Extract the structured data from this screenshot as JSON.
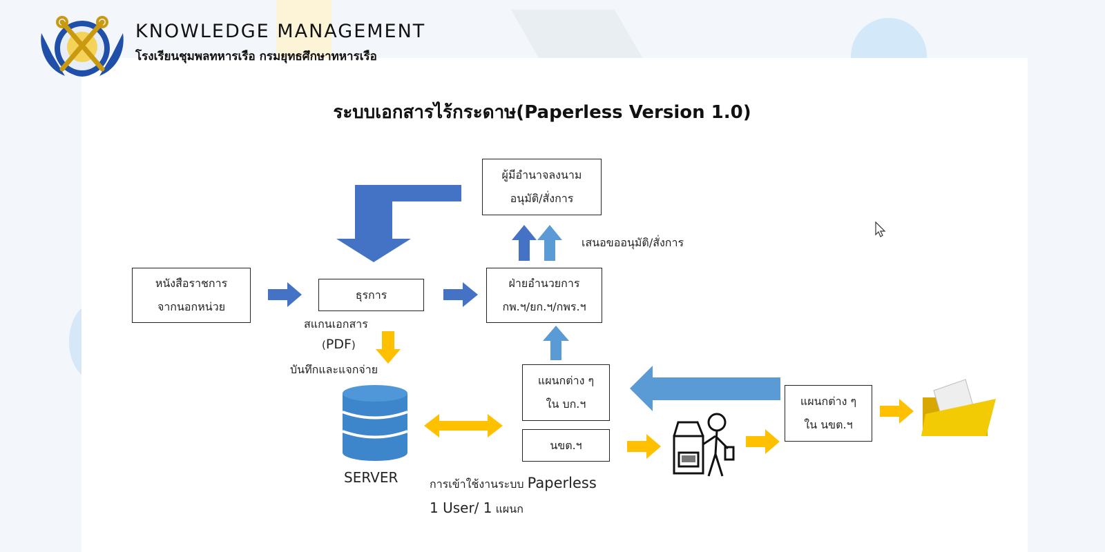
{
  "header": {
    "brand_title": "KNOWLEDGE MANAGEMENT",
    "brand_subtitle": "โรงเรียนชุมพลทหารเรือ กรมยุทธศึกษาทหารเรือ"
  },
  "diagram": {
    "title": "ระบบเอกสารไร้กระดาษ(Paperless Version 1.0)",
    "nodes": {
      "external_doc": {
        "line1": "หนังสือราชการ",
        "line2": "จากนอกหน่วย"
      },
      "admin": {
        "label": "ธุรการ"
      },
      "approver": {
        "line1": "ผู้มีอำนาจลงนาม",
        "line2": "อนุมัติ/สั่งการ"
      },
      "operations": {
        "line1": "ฝ่ายอำนวยการ",
        "line2": "กพ.ฯ/ยก.ฯ/กพร.ฯ"
      },
      "dept_bk": {
        "line1": "แผนกต่าง ๆ",
        "line2": "ใน บก.ฯ"
      },
      "nkt": {
        "label": "นขต.ฯ"
      },
      "dept_nkt": {
        "line1": "แผนกต่าง ๆ",
        "line2": "ใน นขต.ฯ"
      },
      "server": {
        "label": "SERVER"
      }
    },
    "labels": {
      "propose": "เสนอขออนุมัติ/สั่งการ",
      "scan": "สแกนเอกสาร",
      "pdf_open": "(",
      "pdf": "PDF",
      "pdf_close": ")",
      "record": "บันทึกและแจกจ่าย",
      "access_prefix": "การเข้าใช้งานระบบ",
      "access_app": "Paperless",
      "access_line2a": "1 User/ 1",
      "access_line2b": "แผนก"
    },
    "colors": {
      "dark_blue": "#4472c4",
      "light_blue": "#5b9bd5",
      "gold": "#ffc000",
      "server_blue": "#3e86cb",
      "folder_yellow": "#f2cb05"
    },
    "icons": [
      "anchor-logo-icon",
      "database-server-icon",
      "person-scanner-icon",
      "folder-icon",
      "mouse-cursor-icon"
    ]
  }
}
